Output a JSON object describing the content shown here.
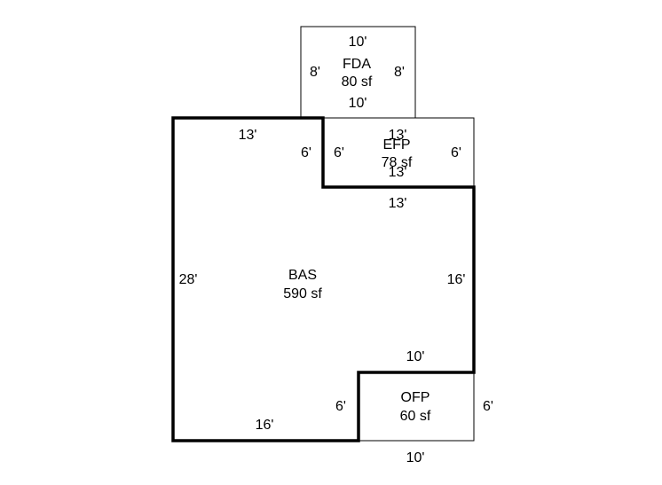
{
  "areas": {
    "fda": {
      "code": "FDA",
      "area": "80 sf",
      "top": "10'",
      "bottom": "10'",
      "left": "8'",
      "right": "8'"
    },
    "efp": {
      "code": "EFP",
      "area": "78 sf",
      "top": "13'",
      "bottom": "13'",
      "left": "6'",
      "right": "6'"
    },
    "bas": {
      "code": "BAS",
      "area": "590 sf",
      "top": "13'",
      "notch_side": "6'",
      "notch_bottom": "13'",
      "left": "28'",
      "right": "16'",
      "step": "10'",
      "step_side": "6'",
      "bottom": "16'"
    },
    "ofp": {
      "code": "OFP",
      "area": "60 sf",
      "right": "6'",
      "bottom": "10'"
    }
  }
}
